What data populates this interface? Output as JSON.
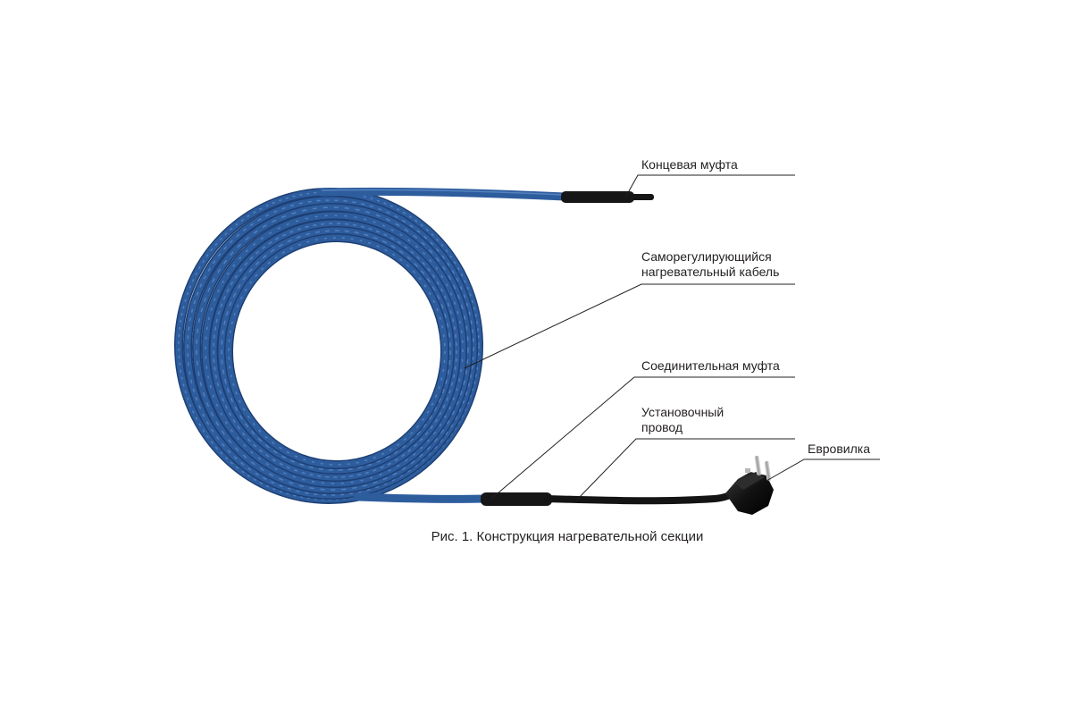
{
  "labels": {
    "end_sleeve": "Концевая муфта",
    "heating_cable_line1": "Саморегулирующийся",
    "heating_cable_line2": "нагревательный кабель",
    "connection_sleeve": "Соединительная муфта",
    "install_wire_line1": "Установочный",
    "install_wire_line2": "провод",
    "euro_plug": "Евровилка"
  },
  "caption": "Рис. 1. Конструкция нагревательной секции",
  "colors": {
    "cable_blue": "#2e5d9e",
    "cable_dark": "#1d3f73",
    "cable_light": "#5b8ac6",
    "sleeve_black": "#161616",
    "leader_line": "#231f20",
    "text": "#231f20"
  }
}
